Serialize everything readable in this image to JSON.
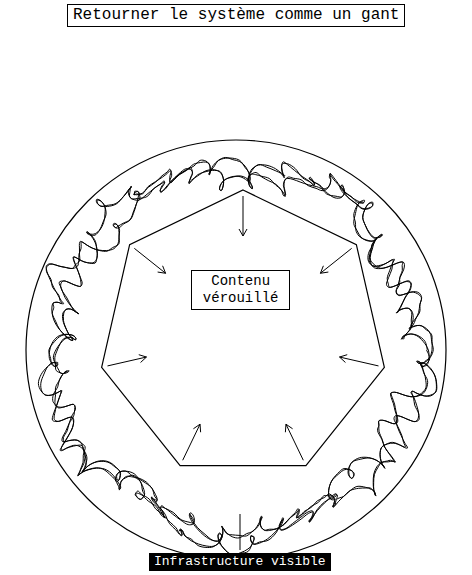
{
  "diagram": {
    "title": "Retourner le système comme un gant",
    "nodes": [
      {
        "text": [
          "Contenu vérouillé"
        ]
      }
    ],
    "labels": [
      "Infrastructure visible"
    ]
  }
}
